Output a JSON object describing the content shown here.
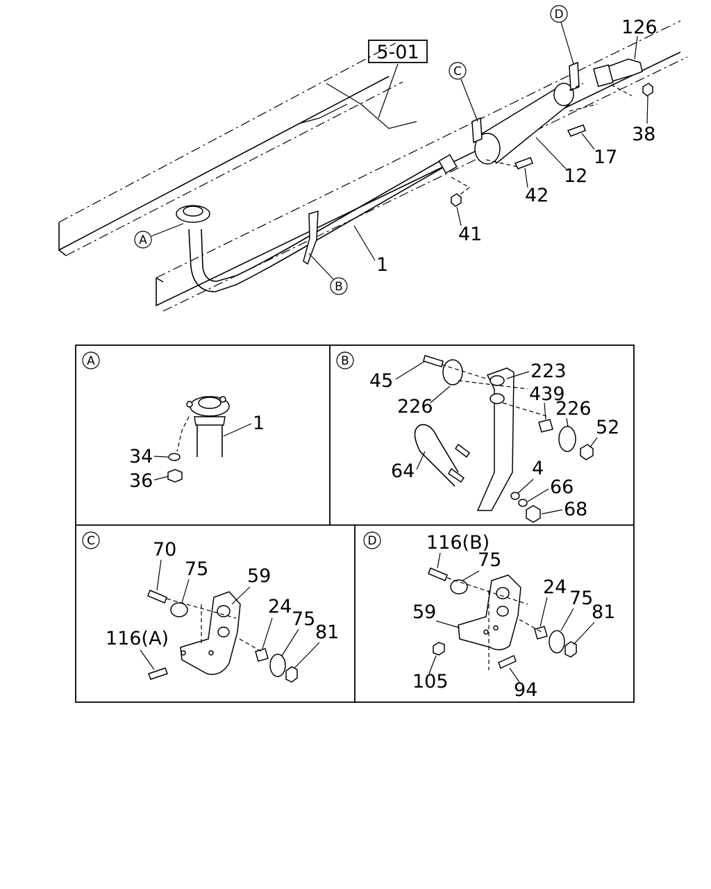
{
  "main_view": {
    "ref_box": "5-01",
    "callouts": {
      "A": "A",
      "B": "B",
      "C": "C",
      "D": "D"
    },
    "labels": {
      "p126": "126",
      "p38": "38",
      "p17": "17",
      "p12": "12",
      "p42": "42",
      "p41": "41",
      "p1": "1"
    }
  },
  "panel_a": {
    "tag": "A",
    "labels": {
      "p1": "1",
      "p34": "34",
      "p36": "36"
    }
  },
  "panel_b": {
    "tag": "B",
    "labels": {
      "p45": "45",
      "p223": "223",
      "p226a": "226",
      "p439": "439",
      "p226b": "226",
      "p52": "52",
      "p64": "64",
      "p4": "4",
      "p66": "66",
      "p68": "68"
    }
  },
  "panel_c": {
    "tag": "C",
    "labels": {
      "p70": "70",
      "p75": "75",
      "p59": "59",
      "p24": "24",
      "p75b": "75",
      "p81": "81",
      "p116a": "116(A)"
    }
  },
  "panel_d": {
    "tag": "D",
    "labels": {
      "p116b": "116(B)",
      "p75": "75",
      "p24": "24",
      "p75b": "75",
      "p81": "81",
      "p59": "59",
      "p105": "105",
      "p94": "94"
    }
  }
}
